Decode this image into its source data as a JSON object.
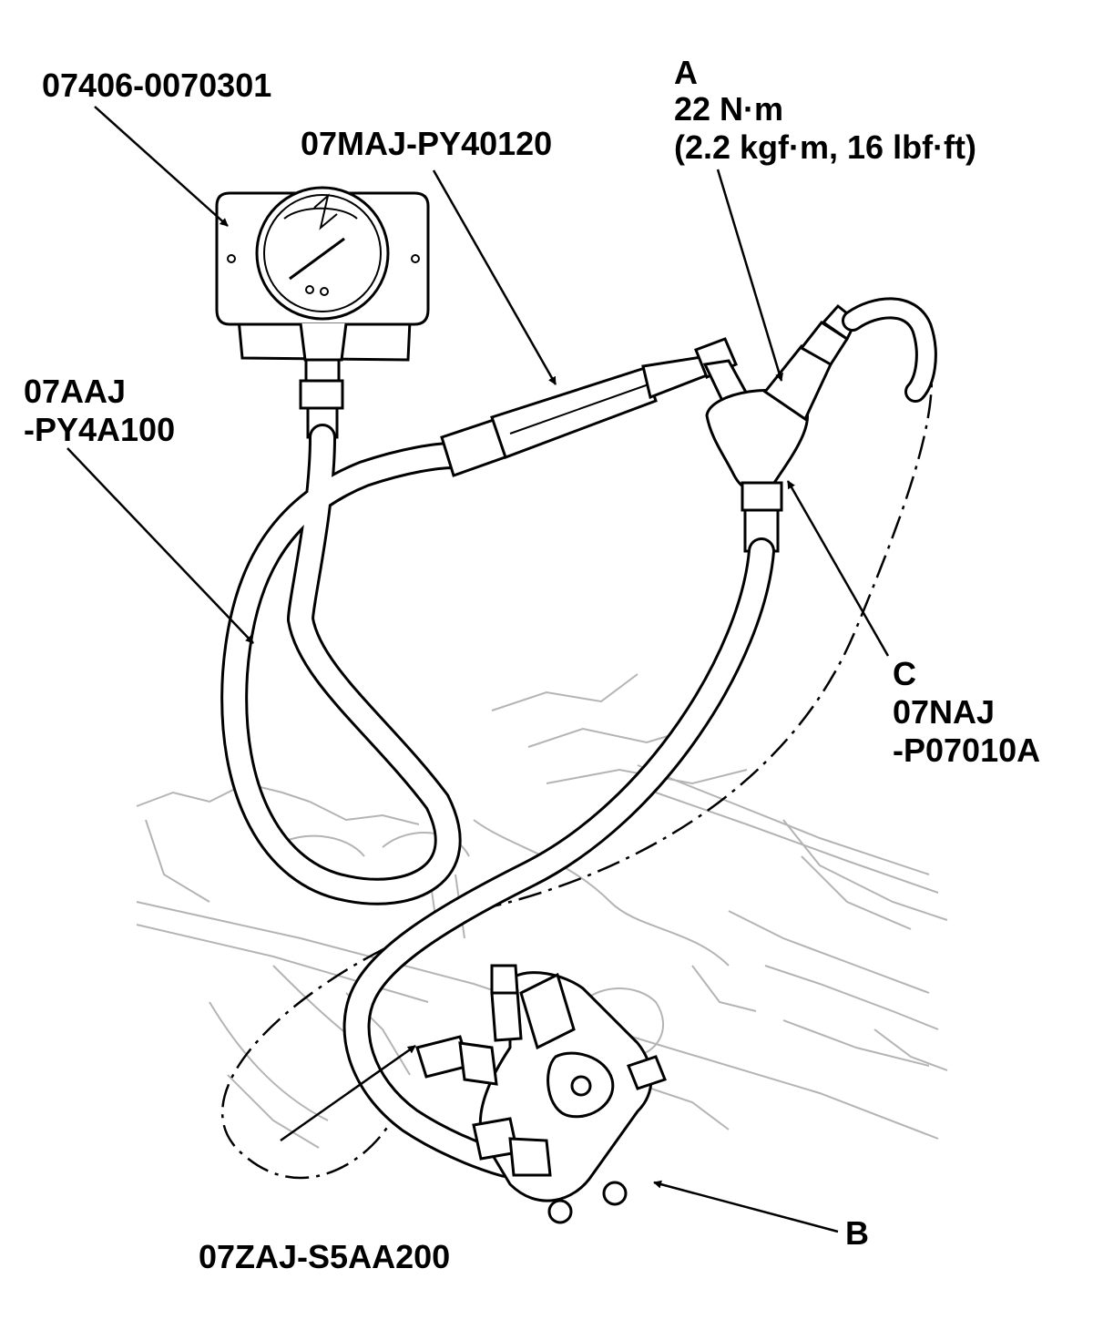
{
  "labels": {
    "gauge_part": "07406-0070301",
    "hose_adapter_part": "07MAJ-PY40120",
    "callout_a": {
      "letter": "A",
      "torque_nm": "22 N·m",
      "torque_alt": "(2.2 kgf·m, 16 lbf·ft)"
    },
    "long_hose_part": {
      "line1": "07AAJ",
      "line2": "-PY4A100"
    },
    "callout_c": {
      "letter": "C",
      "line1": "07NAJ",
      "line2": "-P07010A"
    },
    "pump_adapter_part": "07ZAJ-S5AA200",
    "callout_b": "B"
  },
  "colors": {
    "ink": "#000000",
    "background_lines": "#b4b4b4"
  }
}
